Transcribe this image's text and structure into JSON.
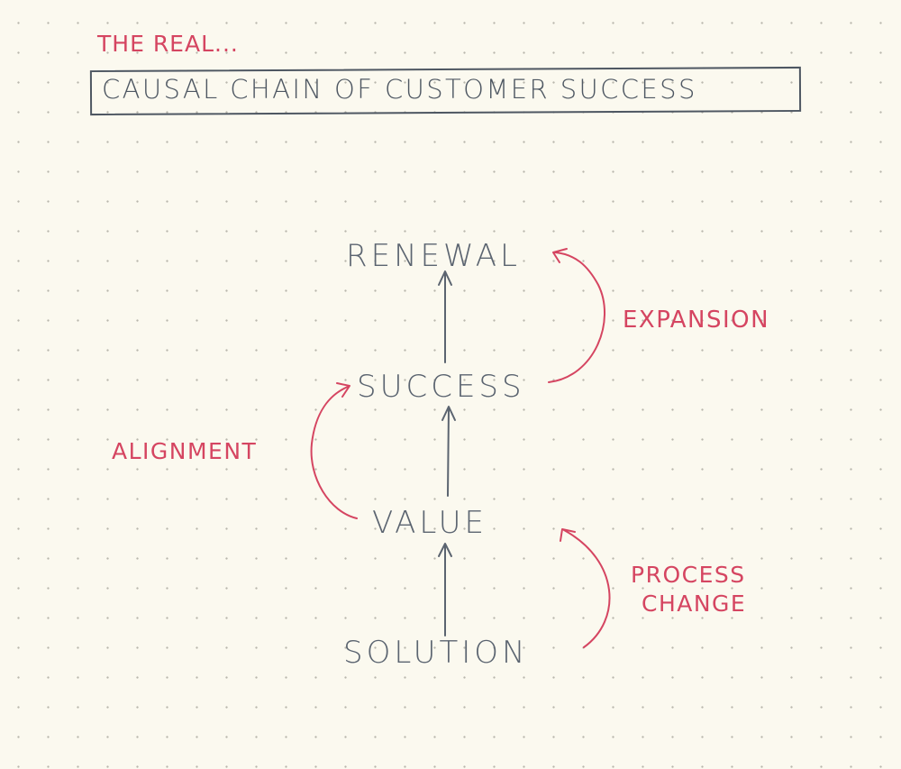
{
  "header": {
    "intro": "THE REAL...",
    "title": "CAUSAL CHAIN OF CUSTOMER SUCCESS"
  },
  "nodes": {
    "renewal": "RENEWAL",
    "success": "SUCCESS",
    "value": "VALUE",
    "solution": "SOLUTION"
  },
  "links": {
    "expansion": "EXPANSION",
    "alignment": "ALIGNMENT",
    "process_line1": "PROCESS",
    "process_line2": "CHANGE"
  },
  "colors": {
    "ink": "#5b6470",
    "accent": "#d54561",
    "paper": "#fbf9ef"
  }
}
